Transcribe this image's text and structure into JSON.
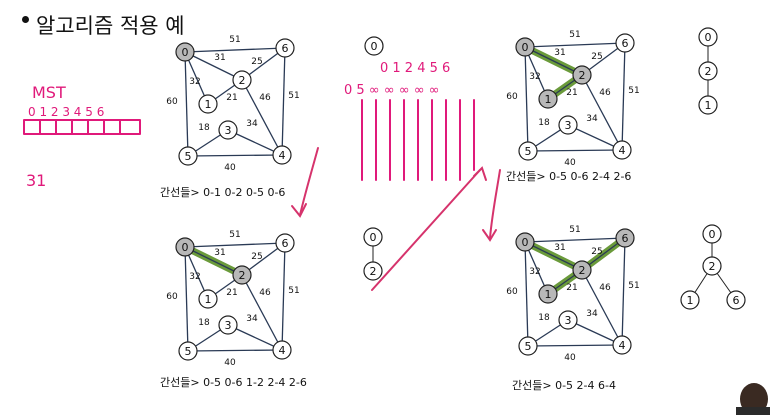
{
  "slide": {
    "title": "알고리즘 적용 예"
  },
  "annotations": {
    "mst_label": "MST",
    "mst_indices": "0 1 2 3 4 5 6",
    "handwritten_number": "31",
    "key_indices": "0 1 2 4 5 6",
    "key_row": "0 5 ∞ ∞ ∞ ∞ ∞",
    "ink_color": "#e0197a"
  },
  "graph": {
    "vertex_labels": [
      "0",
      "1",
      "2",
      "3",
      "4",
      "5",
      "6"
    ],
    "edge_weights": {
      "0-6": "51",
      "0-2": "31",
      "0-1": "32",
      "0-5": "60",
      "1-2": "21",
      "2-6": "25",
      "2-4": "46",
      "6-4": "51",
      "3-5": "18",
      "3-4": "34",
      "5-4": "40"
    }
  },
  "panels": [
    {
      "caption": "간선들>  0-1  0-2  0-5  0-6"
    },
    {
      "caption": "간선들>  0-5  0-6 1-2  2-4  2-6"
    },
    {
      "caption": "간선들>  0-5  0-6 2-4  2-6"
    },
    {
      "caption": "간선들>  0-5  2-4 6-4"
    }
  ],
  "trees": [
    {
      "nodes": [
        "0"
      ]
    },
    {
      "nodes": [
        "0",
        "2"
      ]
    },
    {
      "nodes": [
        "0",
        "2",
        "1"
      ]
    },
    {
      "nodes": [
        "0",
        "2",
        "1",
        "6"
      ]
    }
  ]
}
